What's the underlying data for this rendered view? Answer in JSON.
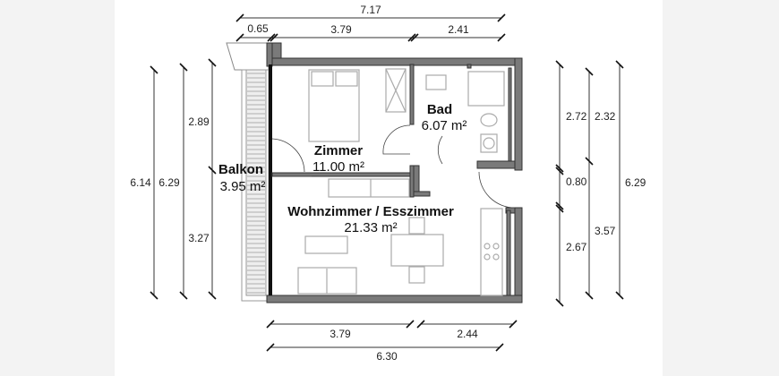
{
  "plan": {
    "rooms": [
      {
        "name": "Zimmer",
        "area": "11.00 m²"
      },
      {
        "name": "Bad",
        "area": "6.07 m²"
      },
      {
        "name": "Balkon",
        "area": "3.95 m²"
      },
      {
        "name": "Wohnzimmer / Esszimmer",
        "area": "21.33 m²"
      }
    ],
    "dimensions": {
      "top_total": "7.17",
      "top_balcony": "0.65",
      "top_left": "3.79",
      "top_right": "2.41",
      "bottom_left": "3.79",
      "bottom_right": "2.44",
      "bottom_total": "6.30",
      "left_outer": "6.14",
      "left_mid": "6.29",
      "left_upper": "2.89",
      "left_lower": "3.27",
      "right_a_upper": "2.72",
      "right_a_mid": "0.80",
      "right_a_lower": "2.67",
      "right_b_upper": "2.32",
      "right_b_lower": "3.57",
      "right_total": "6.29"
    }
  }
}
